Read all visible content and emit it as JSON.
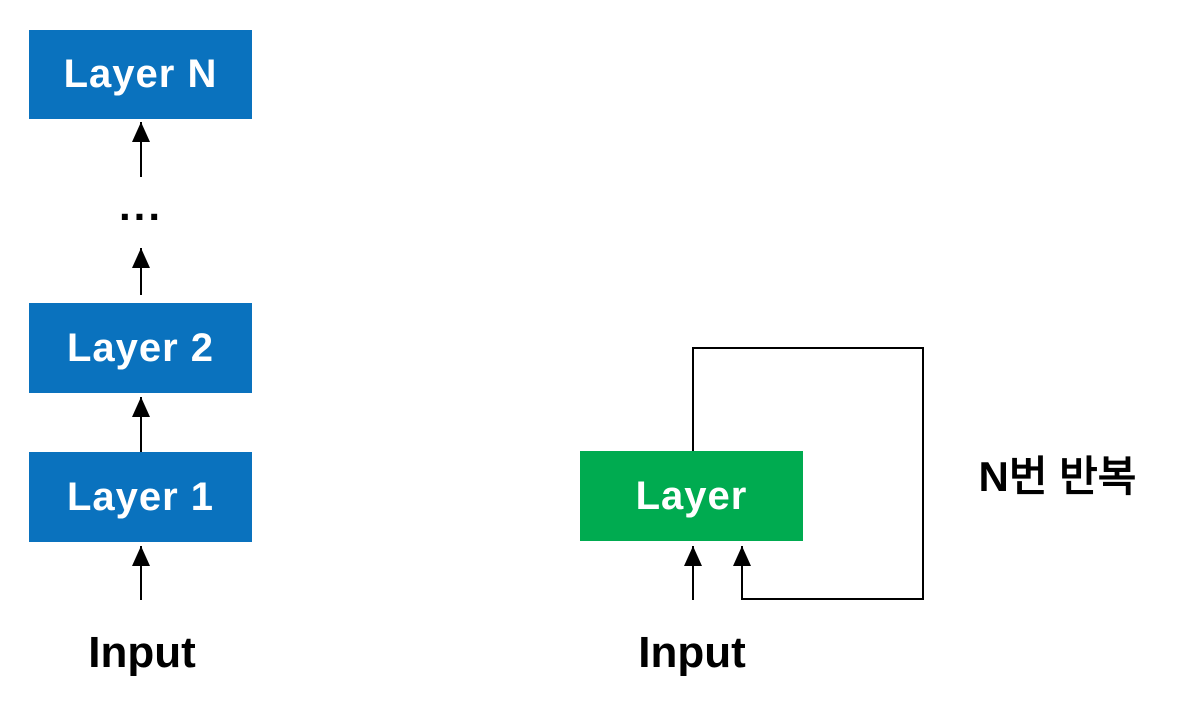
{
  "colors": {
    "background": "#ffffff",
    "stacked_layer_fill": "#0A72BE",
    "recurrent_layer_fill": "#00AB50",
    "box_label_text": "#ffffff",
    "line": "#000000",
    "caption_text": "#000000"
  },
  "left_diagram": {
    "title": "stacked-layers",
    "boxes": [
      {
        "label": "Layer N"
      },
      {
        "label": "Layer 2"
      },
      {
        "label": "Layer 1"
      }
    ],
    "ellipsis": "...",
    "input_label": "Input"
  },
  "right_diagram": {
    "title": "recurrent-layer",
    "box_label": "Layer",
    "input_label": "Input",
    "repeat_label": "N번 반복"
  }
}
